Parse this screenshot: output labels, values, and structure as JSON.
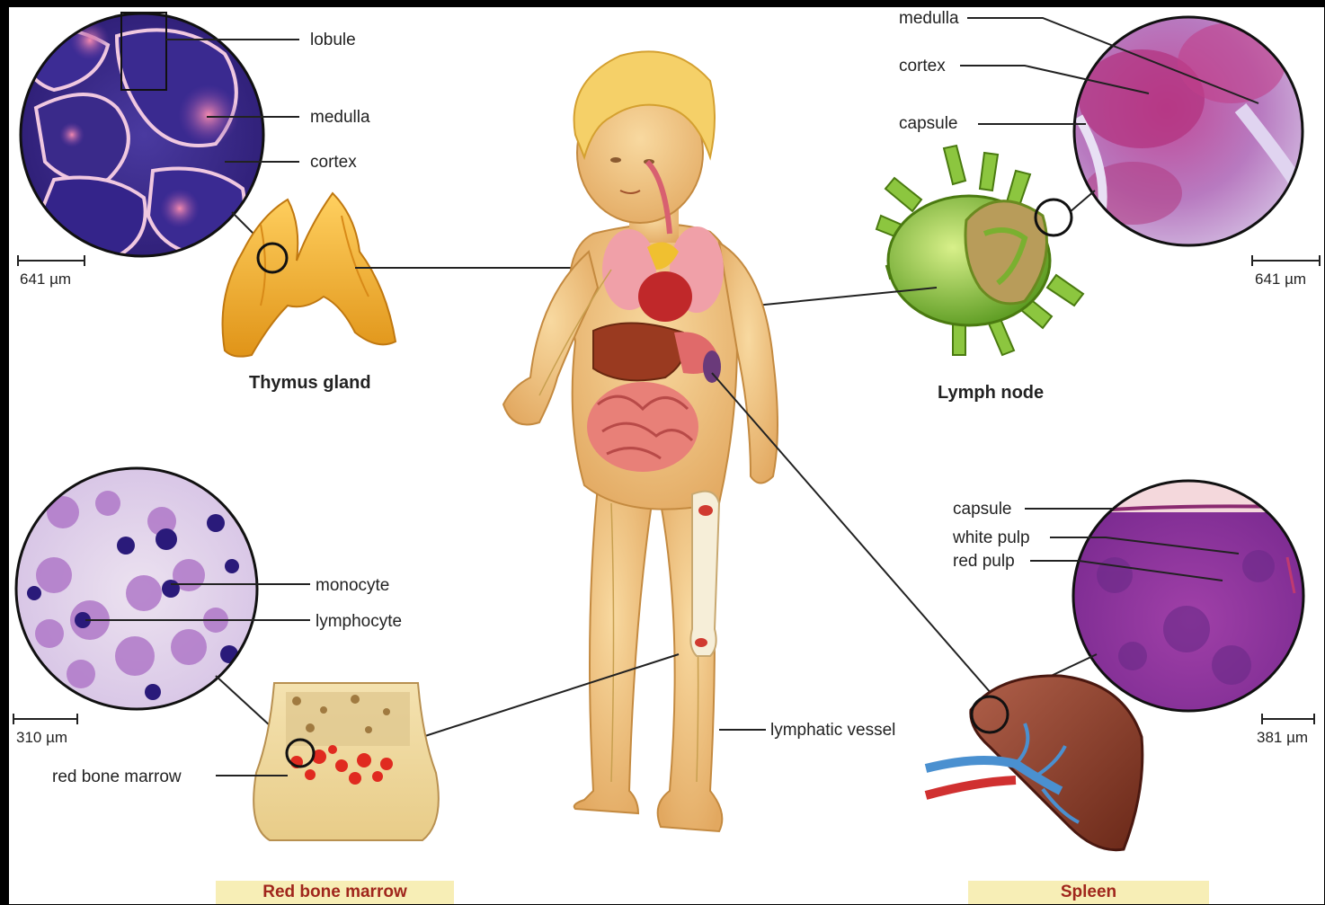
{
  "thymus": {
    "labels": {
      "lobule": "lobule",
      "medulla": "medulla",
      "cortex": "cortex"
    },
    "scale": "641 µm",
    "caption": "Thymus gland"
  },
  "lymph_node": {
    "labels": {
      "medulla": "medulla",
      "cortex": "cortex",
      "capsule": "capsule"
    },
    "scale": "641 µm",
    "caption": "Lymph node"
  },
  "bone_marrow": {
    "labels": {
      "monocyte": "monocyte",
      "lymphocyte": "lymphocyte",
      "red_bone_marrow": "red bone marrow"
    },
    "scale": "310 µm",
    "caption": "Red bone marrow"
  },
  "spleen": {
    "labels": {
      "capsule": "capsule",
      "white_pulp": "white pulp",
      "red_pulp": "red pulp"
    },
    "scale": "381 µm",
    "caption": "Spleen"
  },
  "body": {
    "labels": {
      "lymphatic_vessel": "lymphatic vessel"
    }
  },
  "colors": {
    "background": "#ffffff",
    "frame": "#000000",
    "caption_box": "#f7eeb6",
    "caption_text": "#a0261c",
    "thymus_tissue": "#3a2a8c",
    "skin": "#f2c27a",
    "thymus_gland": "#f0b030",
    "lymph_node": "#8cc63f",
    "spleen": "#8a3a2a"
  }
}
